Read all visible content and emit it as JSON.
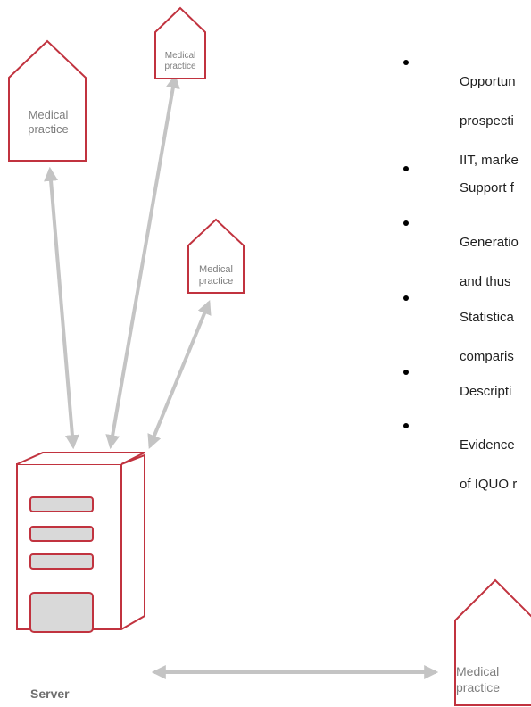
{
  "nodes": {
    "practice_label_line1": "Medical",
    "practice_label_line2": "practice",
    "server_label": "Server"
  },
  "bullets": [
    {
      "lines": [
        "Opportun",
        "prospecti",
        "IIT, marke"
      ]
    },
    {
      "lines": [
        "Support f"
      ]
    },
    {
      "lines": [
        "Generatio",
        "and thus"
      ]
    },
    {
      "lines": [
        "Statistica",
        "comparis"
      ]
    },
    {
      "lines": [
        "Descripti"
      ]
    },
    {
      "lines": [
        "Evidence",
        "of IQUO r"
      ]
    }
  ],
  "colors": {
    "house_outline": "#c1333f",
    "server_outline": "#c1333f",
    "arrow": "#c4c4c4",
    "server_fill": "#ffffff",
    "slot_fill": "#d9d9d9"
  }
}
